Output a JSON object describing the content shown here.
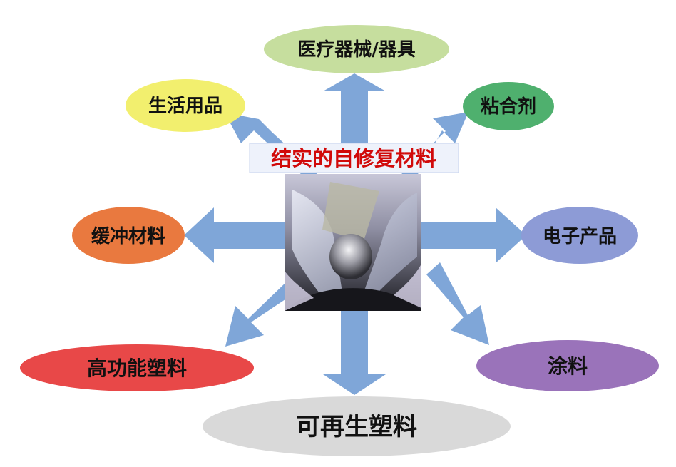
{
  "center": {
    "title": "结实的自修复材料",
    "image": "photo of a transparent self-healing film with a metallic component"
  },
  "applications": {
    "medical": "医疗器械/器具",
    "daily": "生活用品",
    "adhesive": "粘合剂",
    "cushion": "缓冲材料",
    "electronics": "电子产品",
    "high_performance_plastics": "高功能塑料",
    "coatings": "涂料",
    "recycled_plastics": "可再生塑料"
  },
  "colors": {
    "arrow": "#7fa6d8",
    "medical": "#c6de9e",
    "daily": "#f2ef6e",
    "adhesive": "#4fb06e",
    "cushion": "#e9793f",
    "electronics": "#8d9bd6",
    "high_performance_plastics": "#e84848",
    "coatings": "#9a73ba",
    "recycled_plastics": "#d9d9d9",
    "center_title": "#d10a0a"
  }
}
